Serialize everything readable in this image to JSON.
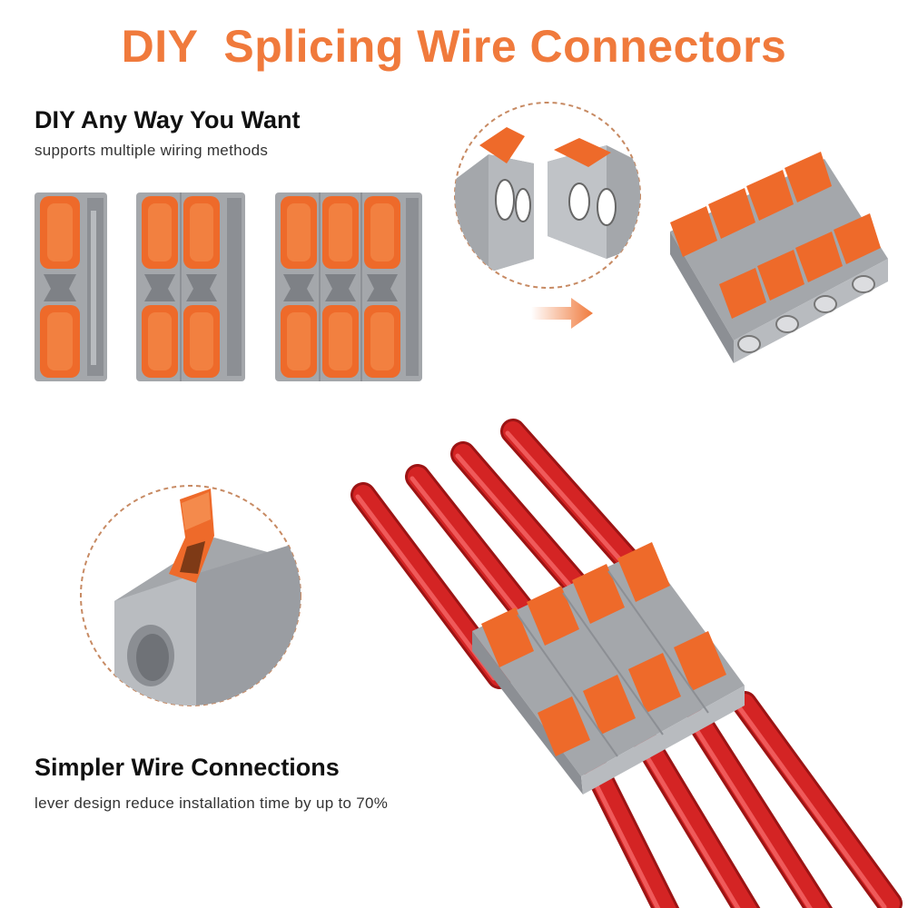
{
  "colors": {
    "accent": "#f07a3c",
    "lever": "#ee6a2a",
    "lever_shade": "#d95618",
    "housing": "#9ea1a6",
    "housing_dark": "#808389",
    "housing_light": "#c2c5c9",
    "wire": "#d42424",
    "wire_highlight": "#ef5a5a",
    "wire_shadow": "#9c1414",
    "text": "#111111",
    "subtext": "#333333",
    "dashed": "#c78a63"
  },
  "header": {
    "title": "DIY  Splicing Wire Connectors"
  },
  "section_top": {
    "heading": "DIY Any Way You Want",
    "subheading": "supports multiple wiring methods",
    "connector_groups": [
      {
        "modules": 1
      },
      {
        "modules": 2
      },
      {
        "modules": 3
      }
    ],
    "arrow_icon": "arrow-right-icon",
    "assembled_connector": {
      "modules": 4
    }
  },
  "section_bottom": {
    "heading": "Simpler Wire Connections",
    "subheading": "lever design reduce installation time by up to 70%",
    "wired_connector": {
      "modules": 4,
      "wires": 4
    }
  }
}
